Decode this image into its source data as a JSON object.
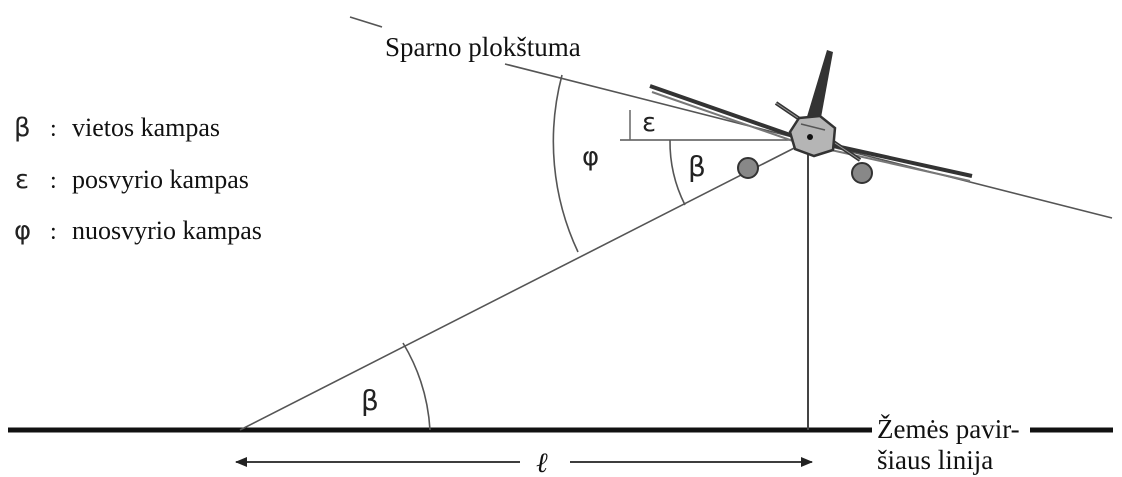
{
  "legend": [
    {
      "symbol": "β",
      "separator": ":",
      "text": "vietos kampas"
    },
    {
      "symbol": "ε",
      "separator": ":",
      "text": "posvyrio kampas"
    },
    {
      "symbol": "φ",
      "separator": ":",
      "text": "nuosvyrio kampas"
    }
  ],
  "labels": {
    "wing_plane": "Sparno plokštuma",
    "ground_line_1": "Žemės pavir-",
    "ground_line_2": "šiaus linija",
    "distance": "ℓ"
  },
  "angles": {
    "beta_ground": "β",
    "beta_plane": "β",
    "epsilon": "ε",
    "phi": "φ"
  }
}
